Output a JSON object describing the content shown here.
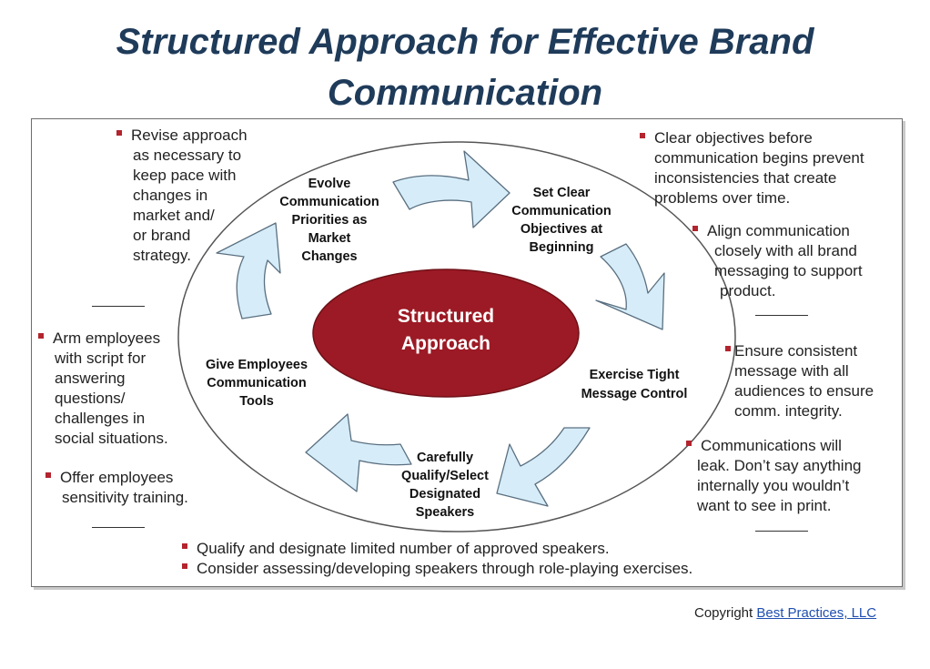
{
  "title": {
    "line1": "Structured Approach for Effective Brand",
    "line2": "Communication"
  },
  "center": {
    "line1": "Structured",
    "line2": "Approach"
  },
  "stages": [
    {
      "id": "evolve",
      "lines": [
        "Evolve",
        "Communication",
        "Priorities as",
        "Market",
        "Changes"
      ]
    },
    {
      "id": "set-clear",
      "lines": [
        "Set Clear",
        "Communication",
        "Objectives at",
        "Beginning"
      ]
    },
    {
      "id": "exercise",
      "lines": [
        "Exercise Tight",
        "Message Control"
      ]
    },
    {
      "id": "qualify",
      "lines": [
        "Carefully",
        "Qualify/Select",
        "Designated",
        "Speakers"
      ]
    },
    {
      "id": "give-tools",
      "lines": [
        "Give Employees",
        "Communication",
        "Tools"
      ]
    }
  ],
  "notes": {
    "revise": [
      "Revise approach",
      "as necessary to",
      "keep pace with",
      "changes in",
      "market and/",
      "or brand",
      "strategy."
    ],
    "clear": [
      "Clear objectives before",
      "communication begins prevent",
      "inconsistencies that create",
      "problems over time."
    ],
    "align": [
      "Align communication",
      "closely with all brand",
      "messaging to support",
      "product."
    ],
    "arm": [
      "Arm employees",
      "with script for",
      "answering",
      "questions/",
      "challenges in",
      "social situations."
    ],
    "offer": [
      "Offer employees",
      "sensitivity training."
    ],
    "ensure": [
      "Ensure consistent",
      "message with all",
      "audiences to ensure",
      "comm. integrity."
    ],
    "leak": [
      "Communications will",
      "leak. Don’t say anything",
      "internally you wouldn’t",
      "want to see in print."
    ],
    "bottom": [
      "Qualify and designate limited number of approved speakers.",
      "Consider assessing/developing speakers through role-playing exercises."
    ]
  },
  "copyright": {
    "prefix": "Copyright ",
    "link": "Best Practices, LLC"
  },
  "colors": {
    "title": "#1f3b5a",
    "center_fill": "#9c1a25",
    "arrow_fill": "#d6edf9",
    "arrow_stroke": "#5a6f80",
    "bullet": "#b3242e"
  }
}
